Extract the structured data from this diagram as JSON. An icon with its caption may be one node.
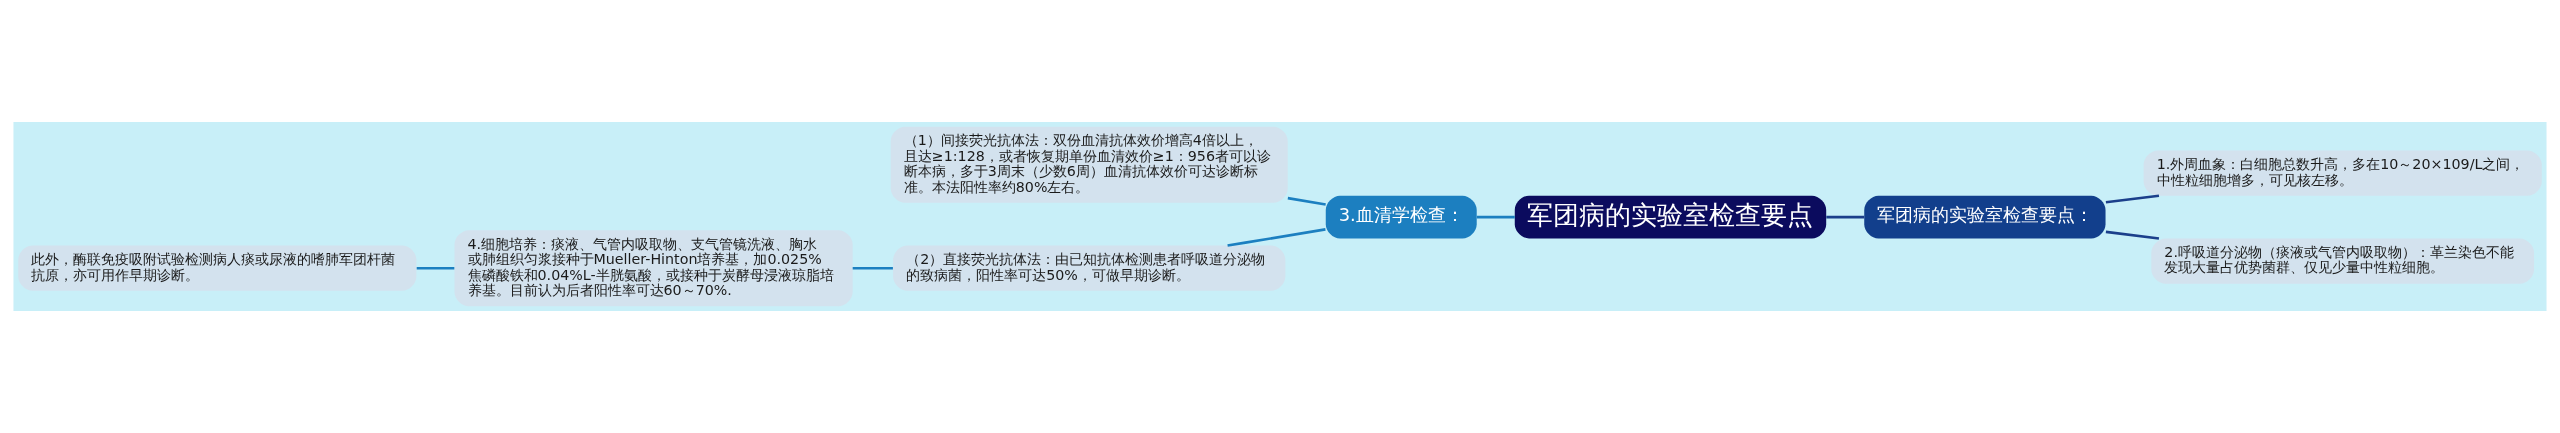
{
  "diagram": {
    "nodes": [
      {
        "text": [
          "军团病的实验室检查要点"
        ]
      },
      {
        "text": [
          "军团病的实验室检查要点："
        ]
      },
      {
        "text": [
          "1.外周血象：白细胞总数升高，多在10～20×109/L之间，中性粒细胞增多，可见核左移。"
        ]
      },
      {
        "text": [
          "2.呼吸道分泌物（痰液或气管内吸取物）：革兰染色不能发现大量占优势菌群、仅见少量中性粒细胞。"
        ]
      },
      {
        "text": [
          "3.血清学检查："
        ]
      },
      {
        "text": [
          "（1）间接荧光抗体法：双份血清抗体效价增高4倍以上，且达≥1:128，或者恢复期单份血清效价≥1：956者可以诊断本病，多于3周末（少数6周）血清抗体效价可达诊断标准。本法阳性率约80%左右。"
        ]
      },
      {
        "text": [
          "（2）直接荧光抗体法：由已知抗体检测患者呼吸道分泌物的致病菌，阳性率可达50%，可做早期诊断。"
        ]
      },
      {
        "text": [
          "4.细胞培养：痰液、气管内吸取物、支气管镜洗液、胸水或肺组织匀浆接种于Mueller-Hinton培养基，加0.025%焦磷酸铁和0.04%L-半胱氨酸，或接种于炭酵母浸液琼脂培养基。目前认为后者阳性率可达60～70%."
        ]
      },
      {
        "text": [
          "此外，酶联免疫吸附试验检测病人痰或尿液的嗜肺军团杆菌抗原，亦可用作早期诊断。"
        ]
      }
    ],
    "edges": [
      {
        "from": 0,
        "to": 1,
        "arrow": "none",
        "color": "#1b3f8b"
      },
      {
        "from": 1,
        "to": 2,
        "arrow": "none",
        "color": "#1b3f8b"
      },
      {
        "from": 1,
        "to": 3,
        "arrow": "none",
        "color": "#1b3f8b"
      },
      {
        "from": 0,
        "to": 4,
        "arrow": "none"
      },
      {
        "from": 4,
        "to": 5,
        "arrow": "none"
      },
      {
        "from": 4,
        "to": 6,
        "arrow": "none"
      },
      {
        "from": 6,
        "to": 7,
        "arrow": "none"
      },
      {
        "from": 7,
        "to": 8,
        "arrow": "none"
      }
    ]
  }
}
